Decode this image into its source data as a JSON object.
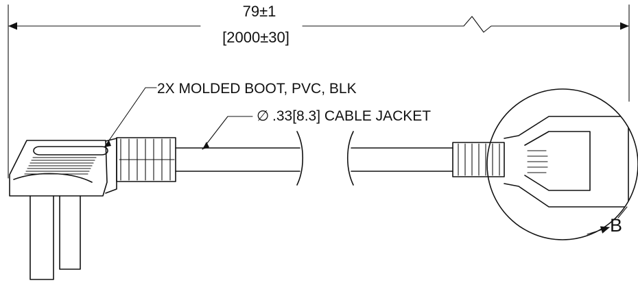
{
  "colors": {
    "ink": "#111111",
    "paper": "#ffffff"
  },
  "dimension": {
    "imperial": "79±1",
    "metric": "[2000±30]"
  },
  "notes": {
    "boot": "2X MOLDED BOOT, PVC, BLK",
    "cable": ".33[8.3] CABLE JACKET",
    "diameter_symbol": "∅"
  },
  "detail": {
    "callout": "B"
  }
}
